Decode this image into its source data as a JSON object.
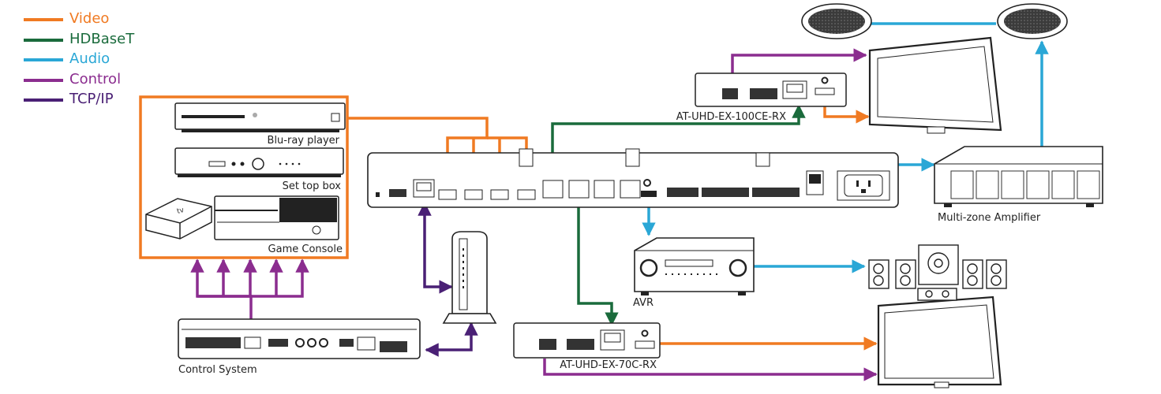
{
  "colors": {
    "video": "#f07a22",
    "hdbaset": "#1a6b3c",
    "audio": "#2aa7d6",
    "control": "#8b2d8f",
    "tcpip": "#4a2075"
  },
  "legend": [
    {
      "key": "video",
      "label": "Video"
    },
    {
      "key": "hdbaset",
      "label": "HDBaseT"
    },
    {
      "key": "audio",
      "label": "Audio"
    },
    {
      "key": "control",
      "label": "Control"
    },
    {
      "key": "tcpip",
      "label": "TCP/IP"
    }
  ],
  "devices": {
    "bluray": "Blu-ray player",
    "settop": "Set top box",
    "console": "Game Console",
    "control_system": "Control System",
    "rx100": "AT-UHD-EX-100CE-RX",
    "rx70": "AT-UHD-EX-70C-RX",
    "amplifier": "Multi-zone Amplifier",
    "avr": "AVR"
  },
  "icons": {
    "display_top": "tv-display-icon",
    "display_bottom": "tv-display-icon",
    "ceiling_speaker": "ceiling-speaker-icon",
    "speaker_set": "surround-speaker-icon",
    "router": "wireless-router-icon",
    "apple_tv": "apple-tv-icon",
    "xbox": "xbox-console-icon"
  }
}
